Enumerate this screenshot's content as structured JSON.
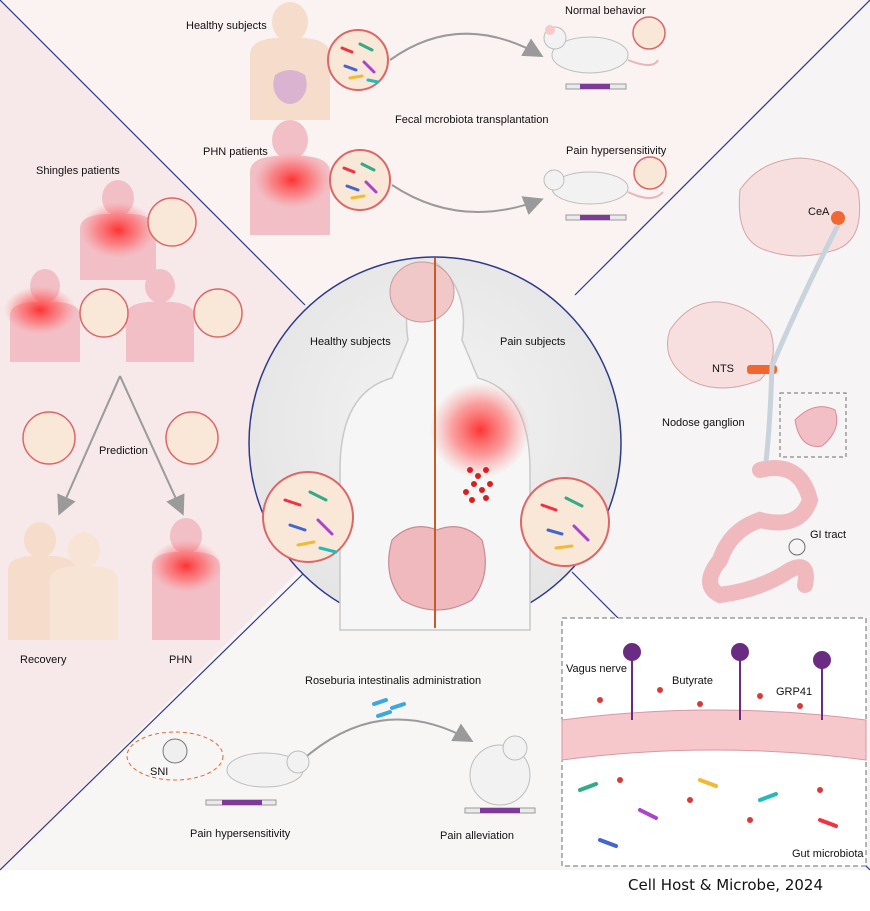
{
  "top_panel": {
    "healthy_label": "Healthy subjects",
    "phn_label": "PHN patients",
    "fmt_label": "Fecal mcrobiota transplantation",
    "normal_label": "Normal behavior",
    "hyper_label": "Pain hypersensitivity"
  },
  "left_panel": {
    "shingles_label": "Shingles patients",
    "prediction_label": "Prediction",
    "recovery_label": "Recovery",
    "phn_label": "PHN"
  },
  "center_panel": {
    "healthy_label": "Healthy subjects",
    "pain_label": "Pain subjects"
  },
  "right_panel": {
    "cea_label": "CeA",
    "nts_label": "NTS",
    "nodose_label": "Nodose ganglion",
    "gi_label": "GI tract"
  },
  "bottom_panel": {
    "roseburia_label": "Roseburia intestinalis administration",
    "sni_label": "SNI",
    "hyper_label": "Pain hypersensitivity",
    "alleviation_label": "Pain alleviation"
  },
  "inset": {
    "vagus_label": "Vagus nerve",
    "butyrate_label": "Butyrate",
    "grp41_label": "GRP41",
    "microbiota_label": "Gut microbiota"
  },
  "credit": "Cell Host & Microbe, 2024",
  "colors": {
    "divider": "#2b3a8c",
    "body_peach": "#f6dccb",
    "body_pink": "#f2bfc6",
    "pain_red": "#ee3b3b",
    "intestine": "#f0b9be",
    "neuron": "#6a2c82",
    "dashed": "#6d6d6d"
  }
}
